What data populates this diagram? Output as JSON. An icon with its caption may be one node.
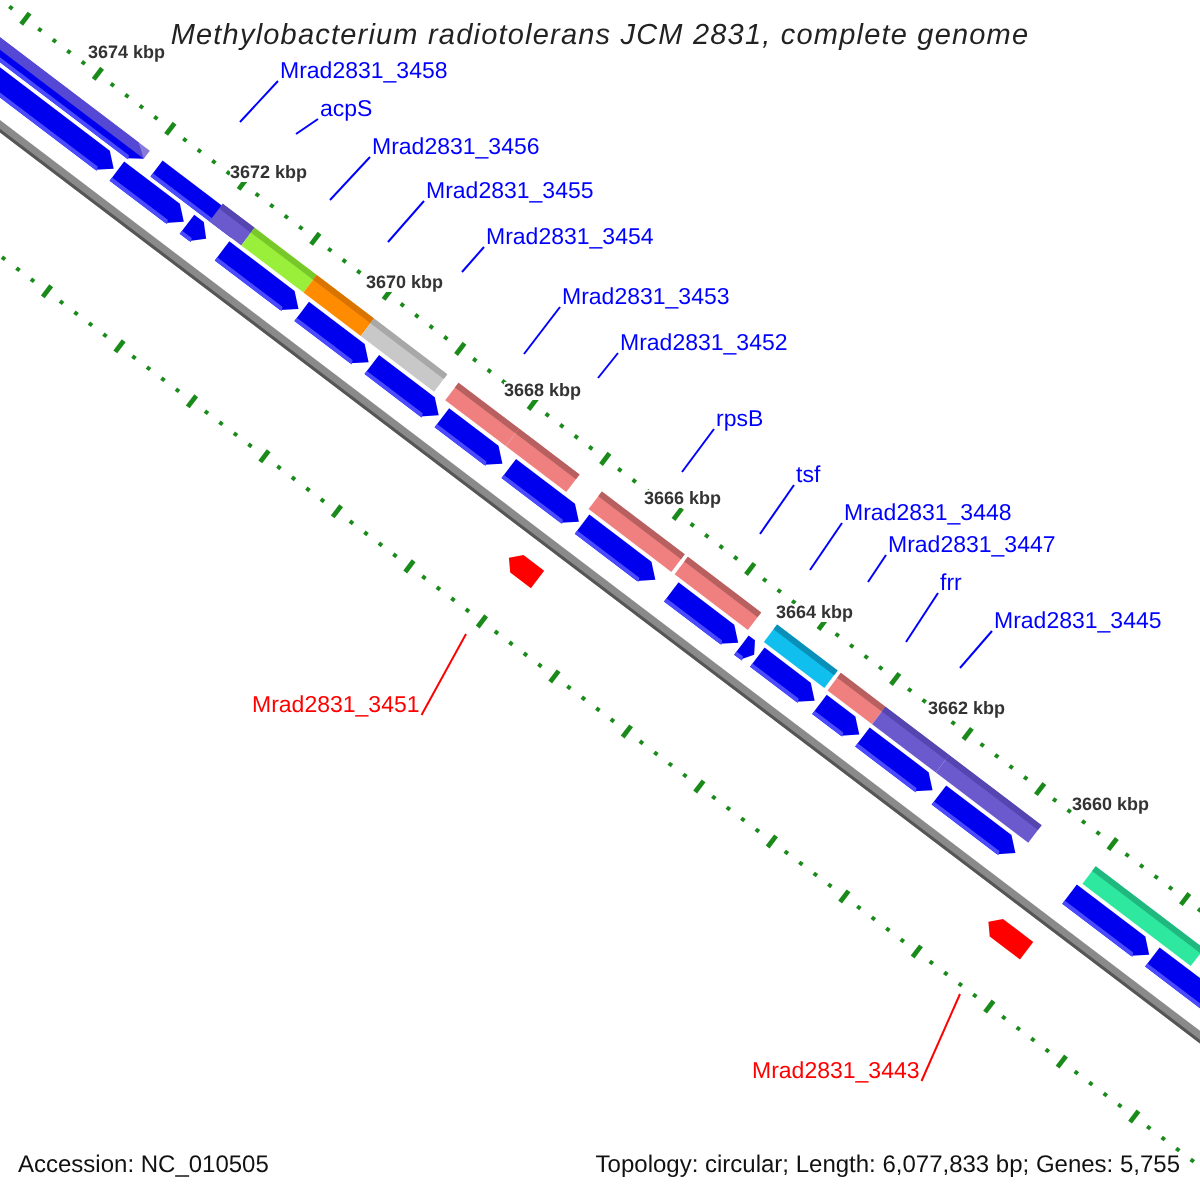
{
  "diagram": {
    "title": "Methylobacterium radiotolerans JCM 2831, complete genome",
    "nodes": [
      {
        "text": [
          "Mrad2831_3458"
        ]
      },
      {
        "text": [
          "acpS"
        ]
      },
      {
        "text": [
          "Mrad2831_3456"
        ]
      },
      {
        "text": [
          "Mrad2831_3455"
        ]
      },
      {
        "text": [
          "Mrad2831_3454"
        ]
      },
      {
        "text": [
          "Mrad2831_3453"
        ]
      },
      {
        "text": [
          "Mrad2831_3452"
        ]
      },
      {
        "text": [
          "rpsB"
        ]
      },
      {
        "text": [
          "tsf"
        ]
      },
      {
        "text": [
          "Mrad2831_3448"
        ]
      },
      {
        "text": [
          "Mrad2831_3447"
        ]
      },
      {
        "text": [
          "frr"
        ]
      },
      {
        "text": [
          "Mrad2831_3445"
        ]
      },
      {
        "text": [
          "Mrad2831_3451"
        ]
      },
      {
        "text": [
          "Mrad2831_3443"
        ]
      }
    ],
    "edges": [
      {
        "from": 0,
        "to": null,
        "arrow": "none"
      },
      {
        "from": 1,
        "to": null,
        "arrow": "none"
      },
      {
        "from": 2,
        "to": null,
        "arrow": "none"
      },
      {
        "from": 3,
        "to": null,
        "arrow": "none"
      },
      {
        "from": 4,
        "to": null,
        "arrow": "none"
      },
      {
        "from": 5,
        "to": null,
        "arrow": "none"
      },
      {
        "from": 6,
        "to": null,
        "arrow": "none"
      },
      {
        "from": 7,
        "to": null,
        "arrow": "none"
      },
      {
        "from": 8,
        "to": null,
        "arrow": "none"
      },
      {
        "from": 9,
        "to": null,
        "arrow": "none"
      },
      {
        "from": 10,
        "to": null,
        "arrow": "none"
      },
      {
        "from": 11,
        "to": null,
        "arrow": "none"
      },
      {
        "from": 12,
        "to": null,
        "arrow": "none"
      },
      {
        "from": 13,
        "to": null,
        "arrow": "none",
        "color": "#ff0000"
      },
      {
        "from": 14,
        "to": null,
        "arrow": "none",
        "color": "#ff0000"
      }
    ],
    "labels": [
      "3674 kbp",
      "3672 kbp",
      "3670 kbp",
      "3668 kbp",
      "3666 kbp",
      "3664 kbp",
      "3662 kbp",
      "3660 kbp",
      "Accession: NC_010505",
      "Topology: circular; Length: 6,077,833 bp; Genes: 5,755"
    ]
  }
}
